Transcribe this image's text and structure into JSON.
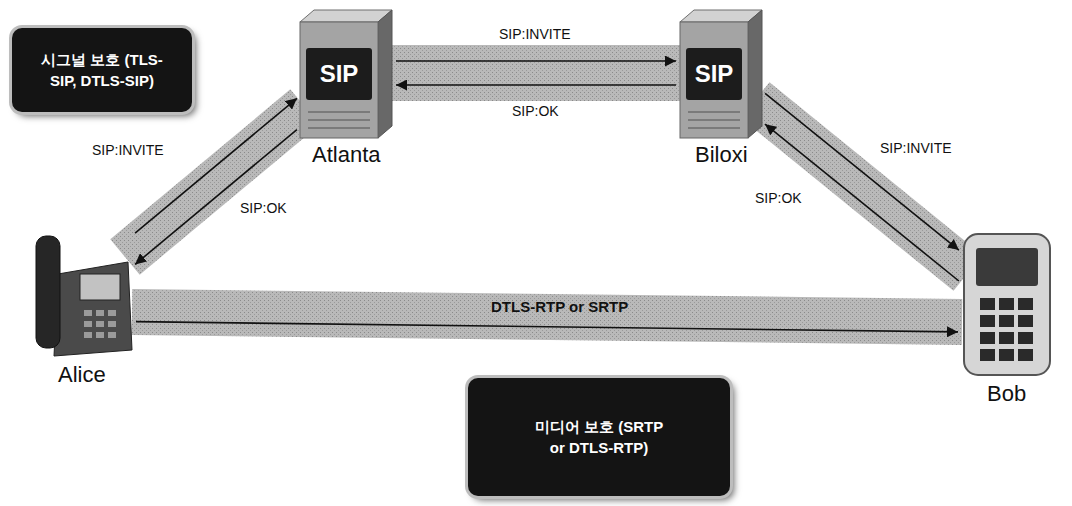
{
  "diagram": {
    "nodes": [
      {
        "text": [
          "시그널 보호 (TLS-SIP, DTLS-SIP)"
        ]
      },
      {
        "text": [
          "SIP",
          "Atlanta"
        ]
      },
      {
        "text": [
          "SIP",
          "Biloxi"
        ]
      },
      {
        "text": [
          "Alice"
        ]
      },
      {
        "text": [
          "Bob"
        ]
      },
      {
        "text": [
          "미디어 보호 (SRTP or DTLS-RTP)"
        ]
      }
    ],
    "edges": [
      {
        "from": 3,
        "to": 1,
        "arrow": "to",
        "label": "SIP:INVITE"
      },
      {
        "from": 1,
        "to": 3,
        "arrow": "to",
        "label": "SIP:OK"
      },
      {
        "from": 1,
        "to": 2,
        "arrow": "to",
        "label": "SIP:INVITE"
      },
      {
        "from": 2,
        "to": 1,
        "arrow": "to",
        "label": "SIP:OK"
      },
      {
        "from": 2,
        "to": 4,
        "arrow": "to",
        "label": "SIP:INVITE"
      },
      {
        "from": 4,
        "to": 2,
        "arrow": "to",
        "label": "SIP:OK"
      },
      {
        "from": 3,
        "to": 4,
        "arrow": "to",
        "label": "DTLS-RTP or SRTP"
      }
    ]
  }
}
